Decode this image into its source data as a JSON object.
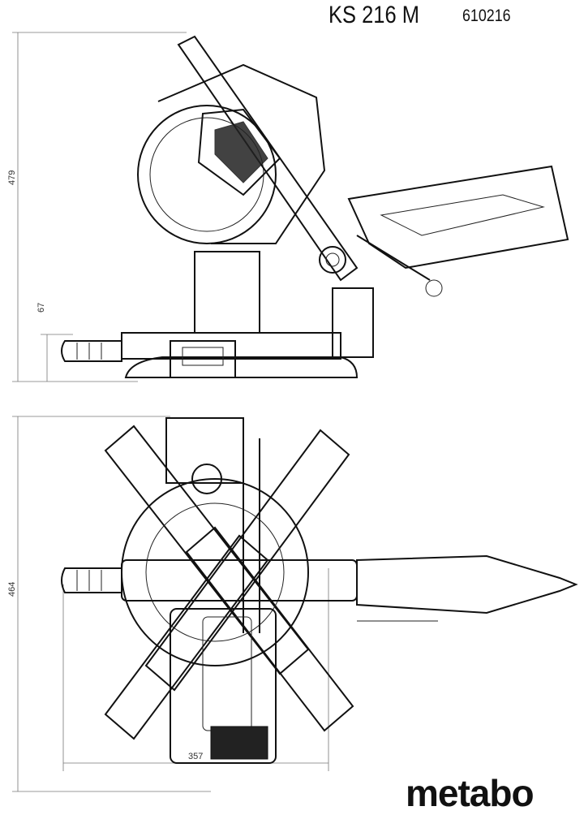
{
  "header": {
    "model": "KS 216 M",
    "article_number": "610216"
  },
  "dimensions": {
    "side_height": "479",
    "base_height": "67",
    "top_depth": "464",
    "top_width": "357"
  },
  "logo": {
    "text": "metabo"
  }
}
